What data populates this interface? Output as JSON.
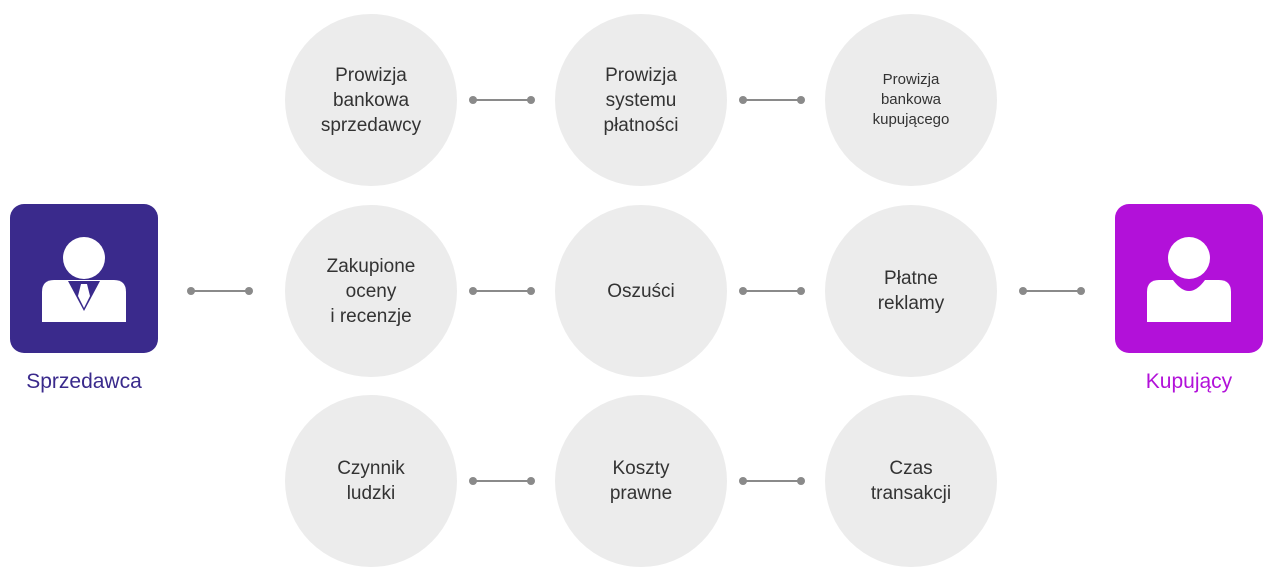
{
  "seller": {
    "label": "Sprzedawca",
    "color": "#3a2a8c",
    "icon": "businessman-icon"
  },
  "buyer": {
    "label": "Kupujący",
    "color": "#b211d9",
    "icon": "user-icon"
  },
  "factors": [
    {
      "id": "seller-bank-fee",
      "label": "Prowizja\nbankowa\nsprzedawcy"
    },
    {
      "id": "payment-system-fee",
      "label": "Prowizja\nsystemu\npłatności"
    },
    {
      "id": "buyer-bank-fee",
      "label": "Prowizja\nbankowa\nkupującego"
    },
    {
      "id": "bought-ratings",
      "label": "Zakupione\noceny\ni recenzje"
    },
    {
      "id": "fraudsters",
      "label": "Oszuści"
    },
    {
      "id": "paid-ads",
      "label": "Płatne\nreklamy"
    },
    {
      "id": "human-factor",
      "label": "Czynnik\nludzki"
    },
    {
      "id": "legal-costs",
      "label": "Koszty\nprawne"
    },
    {
      "id": "transaction-time",
      "label": "Czas\ntransakcji"
    }
  ]
}
